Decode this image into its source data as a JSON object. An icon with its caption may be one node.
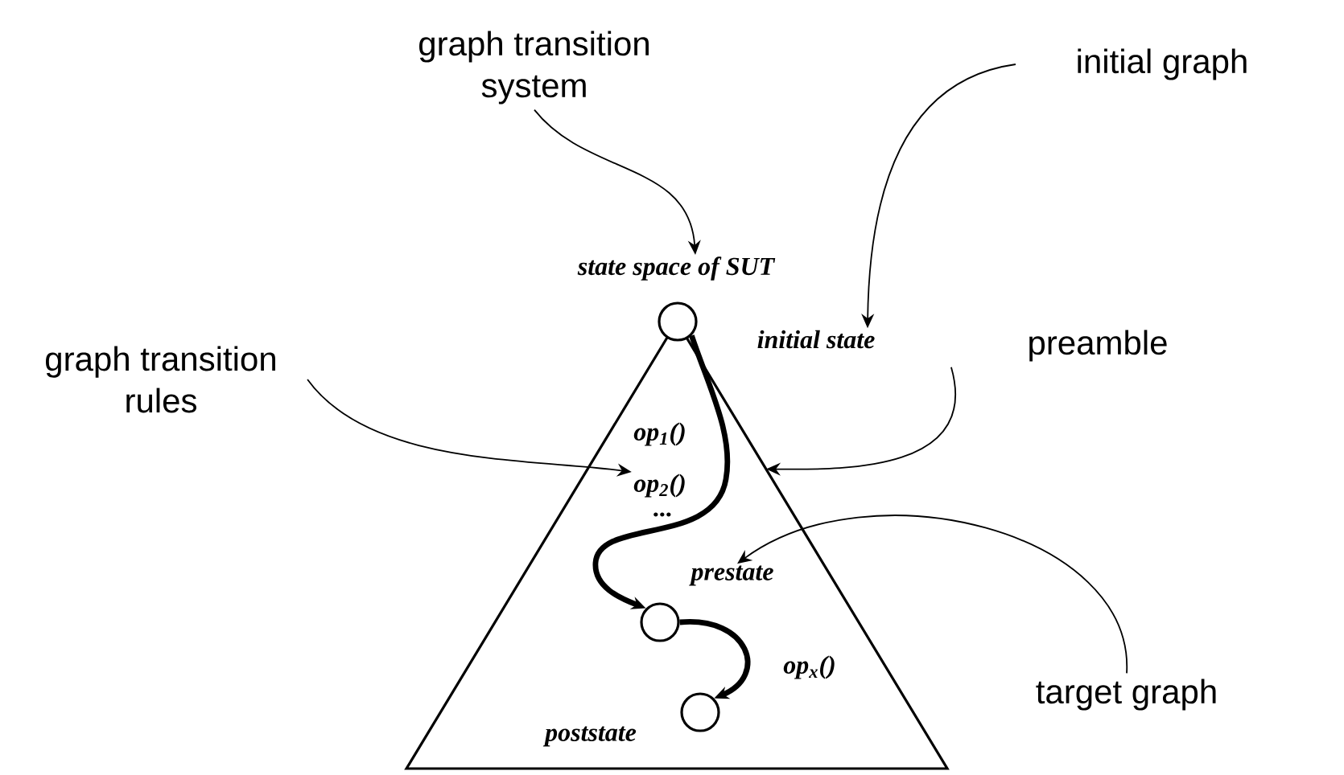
{
  "diagram": {
    "nodes": [
      {
        "text": [
          "state space of SUT"
        ]
      },
      {
        "text": [],
        "shape": "circle",
        "in": 0,
        "beside": [
          "initial state"
        ]
      },
      {
        "text": [],
        "shape": "circle",
        "in": 0,
        "beside": [
          "prestate"
        ]
      },
      {
        "text": [],
        "shape": "circle",
        "in": 0,
        "beside": [
          "poststate"
        ]
      },
      {
        "text": [
          "graph transition system"
        ]
      },
      {
        "text": [
          "initial graph"
        ]
      },
      {
        "text": [
          "graph transition rules"
        ]
      },
      {
        "text": [
          "preamble"
        ]
      },
      {
        "text": [
          "target graph"
        ]
      },
      {
        "text": [
          "op$_{1}$()"
        ],
        "in": 0
      },
      {
        "text": [
          "op$_{2}$()"
        ],
        "in": 0
      }
    ],
    "edges": [
      {
        "from": 4,
        "to": 0,
        "arrow": "to"
      },
      {
        "from": 5,
        "to": 1,
        "arrow": "to"
      },
      {
        "from": 6,
        "to": 10,
        "arrow": "to"
      },
      {
        "from": 7,
        "to": 0,
        "arrow": "to"
      },
      {
        "from": 8,
        "to": 2,
        "arrow": "to"
      },
      {
        "from": 1,
        "to": 2,
        "arrow": "to",
        "style": "thick"
      },
      {
        "from": 2,
        "to": 3,
        "arrow": "to",
        "style": "thick",
        "label": "op$_{x}$()"
      }
    ],
    "labels": [
      "..."
    ]
  }
}
